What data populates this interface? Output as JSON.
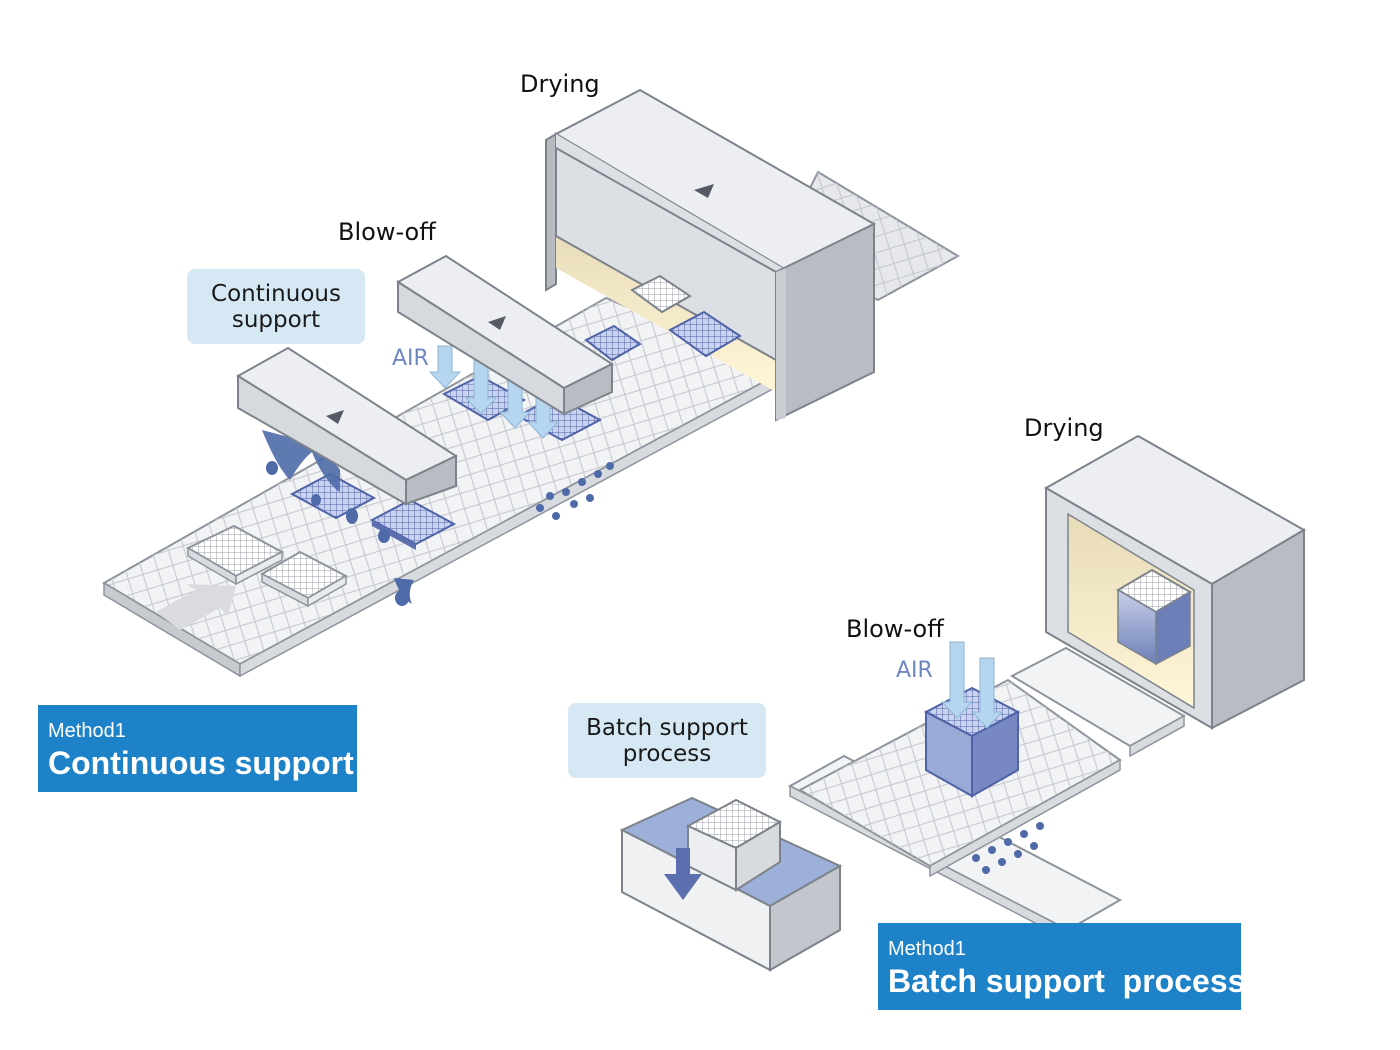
{
  "labels": {
    "drying_continuous": "Drying",
    "blowoff_continuous": "Blow-off",
    "drying_batch": "Drying",
    "blowoff_batch": "Blow-off",
    "air_continuous": "AIR",
    "air_batch": "AIR"
  },
  "bubbles": {
    "continuous": [
      "Continuous",
      "support"
    ],
    "batch": [
      "Batch support",
      "process"
    ]
  },
  "methods": {
    "continuous": {
      "small": "Method1",
      "big": "Continuous support"
    },
    "batch": {
      "small": "Method1",
      "big": "Batch support  process"
    }
  },
  "colors": {
    "method_box": "#1e82c8",
    "bubble": "#d6e8f4",
    "machine_face": "#dcdfe3",
    "part_blue": "#5b6fae",
    "air_arrow": "#b5d6ee",
    "water_drop": "#4e6aa8"
  }
}
